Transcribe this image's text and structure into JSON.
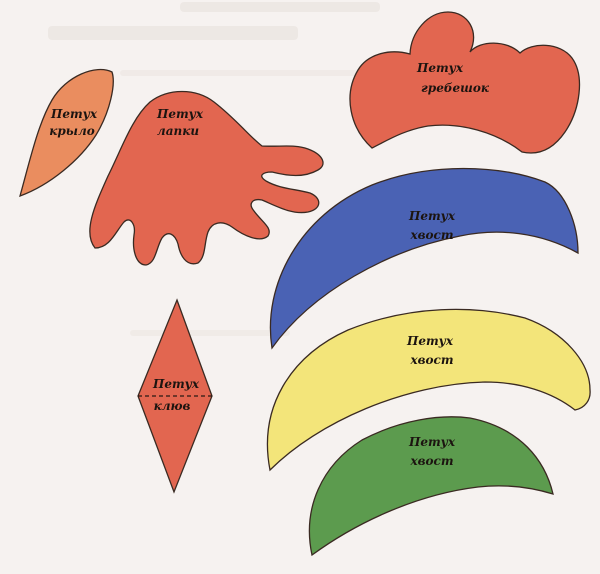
{
  "colors": {
    "background": "#f6f2f0",
    "orange": "#ea8d5f",
    "red": "#e26650",
    "blue": "#4a62b4",
    "yellow": "#f3e57a",
    "green": "#5c9b4e",
    "outline": "#3a2a22"
  },
  "pieces": {
    "wing": {
      "title": "Петух",
      "name": "крыло"
    },
    "feet": {
      "title": "Петух",
      "name": "лапки"
    },
    "comb": {
      "title": "Петух",
      "name": "гребешок"
    },
    "tail_blue": {
      "title": "Петух",
      "name": "хвост"
    },
    "tail_yellow": {
      "title": "Петух",
      "name": "хвост"
    },
    "tail_green": {
      "title": "Петух",
      "name": "хвост"
    },
    "beak": {
      "title": "Петух",
      "name": "клюв"
    }
  }
}
